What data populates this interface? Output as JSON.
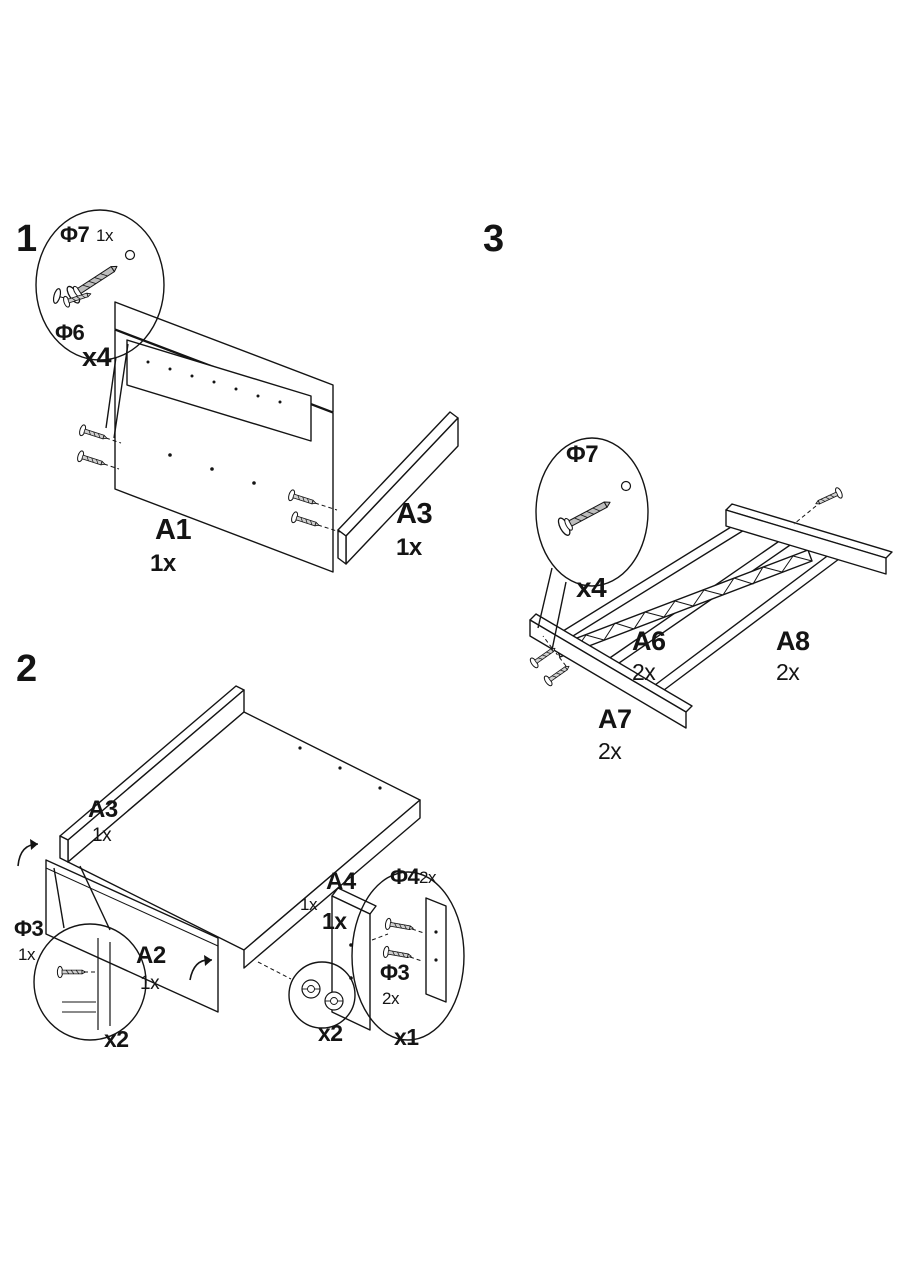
{
  "accent_color": "#141414",
  "step1": {
    "number": "1",
    "phi7_label": "Φ7",
    "phi7_qty": "1x",
    "phi6_label": "Φ6",
    "multiplier": "x4",
    "part_a1": "A1",
    "part_a1_qty": "1x",
    "part_a3": "A3",
    "part_a3_qty": "1x"
  },
  "step2": {
    "number": "2",
    "part_a3": "A3",
    "part_a3_qty": "1x",
    "part_a2": "A2",
    "part_a2_qty": "1x",
    "part_a4": "A4",
    "part_a4_qty": "1x",
    "part_a4_bold_qty": "1x",
    "phi3_left_label": "Φ3",
    "phi3_left_qty": "1x",
    "left_multiplier": "x2",
    "cam_multiplier": "x2",
    "phi4_label": "Φ4",
    "phi4_qty": "2x",
    "phi3_right_label": "Φ3",
    "phi3_right_qty": "2x",
    "panel_multiplier": "x1"
  },
  "step3": {
    "number": "3",
    "phi7_label": "Φ7",
    "multiplier": "x4",
    "part_a6": "A6",
    "part_a6_qty": "2x",
    "part_a8": "A8",
    "part_a8_qty": "2x",
    "part_a7": "A7",
    "part_a7_qty": "2x"
  }
}
